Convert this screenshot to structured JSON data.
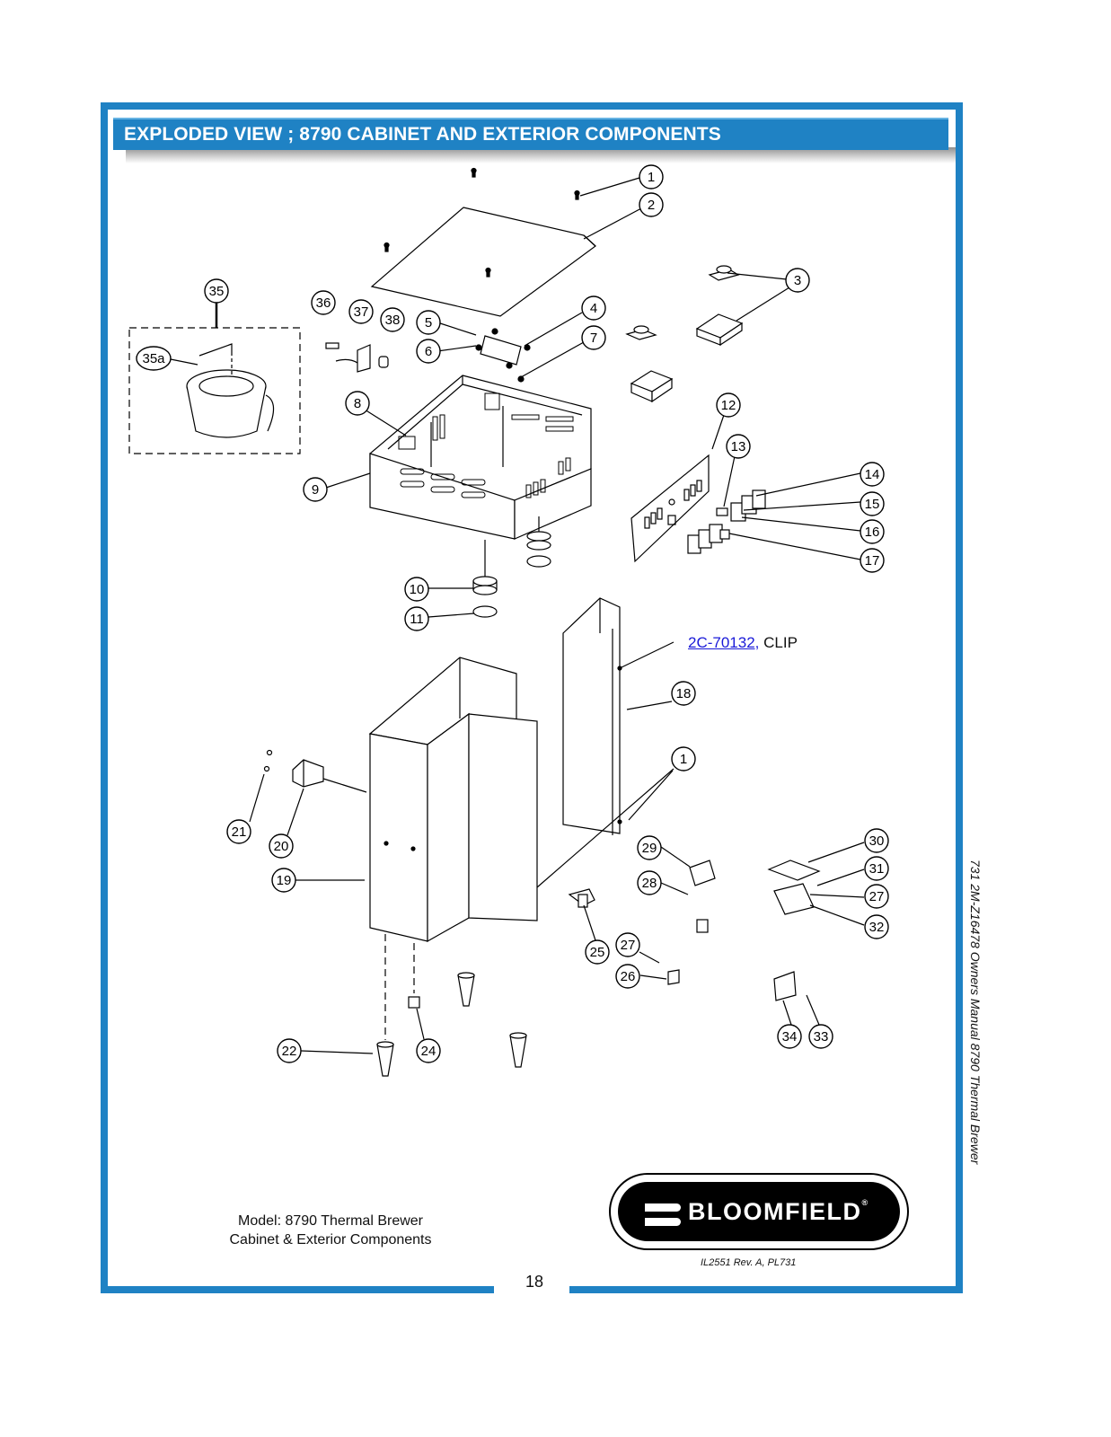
{
  "header": {
    "title": "EXPLODED VIEW ; 8790 CABINET AND EXTERIOR COMPONENTS"
  },
  "callouts": {
    "c1": "1",
    "c2": "2",
    "c3": "3",
    "c4": "4",
    "c5": "5",
    "c6": "6",
    "c7": "7",
    "c8": "8",
    "c9": "9",
    "c10": "10",
    "c11": "11",
    "c12": "12",
    "c13": "13",
    "c14": "14",
    "c15": "15",
    "c16": "16",
    "c17": "17",
    "c18": "18",
    "c19": "19",
    "c20": "20",
    "c21": "21",
    "c22": "22",
    "c24": "24",
    "c25": "25",
    "c26": "26",
    "c27": "27",
    "c28": "28",
    "c29": "29",
    "c30": "30",
    "c31": "31",
    "c32": "32",
    "c33": "33",
    "c34": "34",
    "c35": "35",
    "c35a": "35a",
    "c36": "36",
    "c37": "37",
    "c38": "38"
  },
  "clip_callout": {
    "part_number": "2C-70132,",
    "label": " CLIP"
  },
  "caption": {
    "line1": "Model: 8790 Thermal Brewer",
    "line2": "Cabinet & Exterior Components"
  },
  "logo": {
    "brand": "BLOOMFIELD",
    "registered": "®"
  },
  "footer": {
    "revision": "IL2551 Rev. A, PL731",
    "page_number": "18",
    "side_text": "731    2M-Z16478 Owners Manual 8790 Thermal Brewer"
  },
  "colors": {
    "accent": "#1f82c4",
    "link": "#1a1ad8"
  }
}
